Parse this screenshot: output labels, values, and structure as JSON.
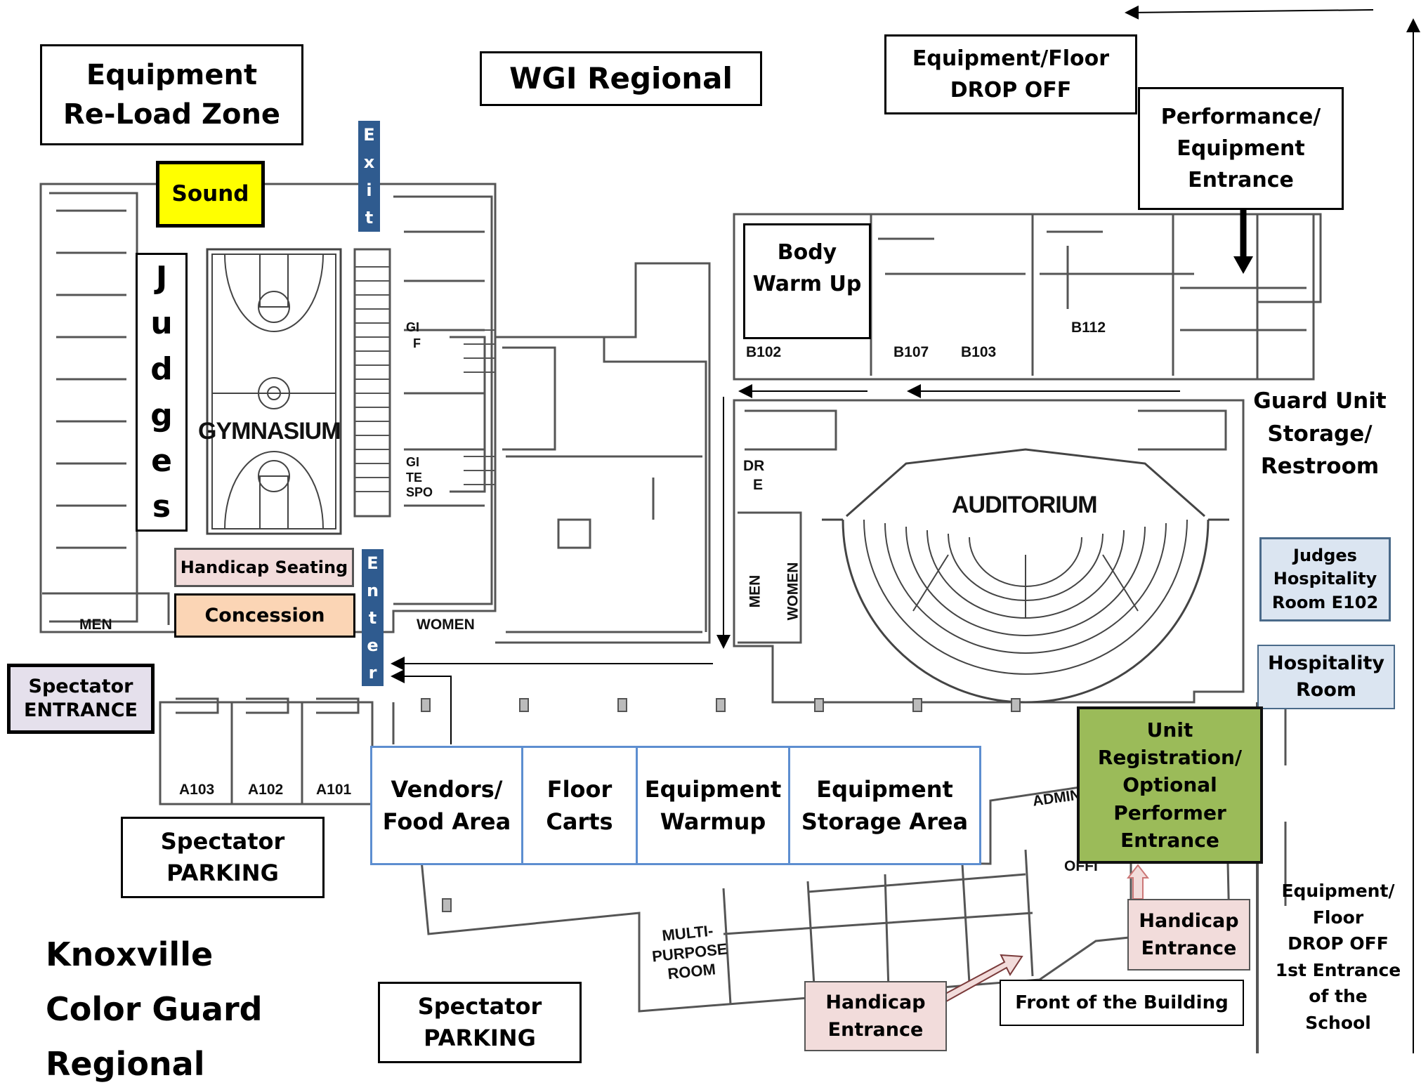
{
  "title": "WGI Regional",
  "event_title": [
    "Knoxville",
    "Color Guard",
    "Regional"
  ],
  "labels": {
    "reload_zone": [
      "Equipment",
      "Re-Load Zone"
    ],
    "sound": "Sound",
    "judges_letters": [
      "J",
      "u",
      "d",
      "g",
      "e",
      "s"
    ],
    "exit_letters": [
      "E",
      "x",
      "i",
      "t"
    ],
    "enter_letters": [
      "E",
      "n",
      "t",
      "e",
      "r"
    ],
    "handicap_seating": "Handicap Seating",
    "concession": "Concession",
    "spectator_entrance": [
      "Spectator",
      "ENTRANCE"
    ],
    "spectator_parking_1": [
      "Spectator",
      "PARKING"
    ],
    "spectator_parking_2": [
      "Spectator",
      "PARKING"
    ],
    "vendors": [
      "Vendors/",
      "Food Area"
    ],
    "floor_carts": [
      "Floor",
      "Carts"
    ],
    "equipment_warmup": [
      "Equipment",
      "Warmup"
    ],
    "equipment_storage": [
      "Equipment",
      "Storage Area"
    ],
    "dropoff_top": [
      "Equipment/Floor",
      "DROP OFF"
    ],
    "performance_entrance": [
      "Performance/",
      "Equipment",
      "Entrance"
    ],
    "body_warmup": [
      "Body",
      "Warm Up"
    ],
    "guard_unit": [
      "Guard Unit",
      "Storage/",
      "Restroom"
    ],
    "judges_hospitality": [
      "Judges",
      "Hospitality",
      "Room E102"
    ],
    "hospitality": [
      "Hospitality",
      "Room"
    ],
    "unit_registration": [
      "Unit",
      "Registration/",
      "Optional",
      "Performer",
      "Entrance"
    ],
    "handicap_entrance_right": [
      "Handicap",
      "Entrance"
    ],
    "handicap_entrance_bottom": [
      "Handicap",
      "Entrance"
    ],
    "front_of_building": "Front of the Building",
    "dropoff_side": [
      "Equipment/",
      "Floor",
      "DROP OFF",
      "1st Entrance",
      "of the",
      "School"
    ]
  },
  "floorplan": {
    "gymnasium": "GYMNASIUM",
    "auditorium": "AUDITORIUM",
    "men_left": "MEN",
    "women_left": "WOMEN",
    "men_mid": "MEN",
    "women_mid": "WOMEN",
    "rooms": [
      "B102",
      "B107",
      "B103",
      "B112",
      "A103",
      "A102",
      "A101"
    ],
    "admin": "ADMIN",
    "office": "OFFI",
    "multipurpose": [
      "MULTI-",
      "PURPOSE",
      "ROOM"
    ],
    "dr": [
      "DR",
      "E"
    ],
    "gi_1": [
      "GI",
      "F"
    ],
    "gi_2": [
      "GI",
      "TE",
      "SPO"
    ]
  },
  "colors": {
    "sound": "#ffff00",
    "exit_enter": "#2f5b8f",
    "handicap": "#f2dcdb",
    "concession": "#fbd5b5",
    "spectator_entrance": "#e5e0ec",
    "hospitality": "#dbe5f1",
    "registration": "#9bbb59",
    "vendor_border": "#5d8ed0"
  }
}
